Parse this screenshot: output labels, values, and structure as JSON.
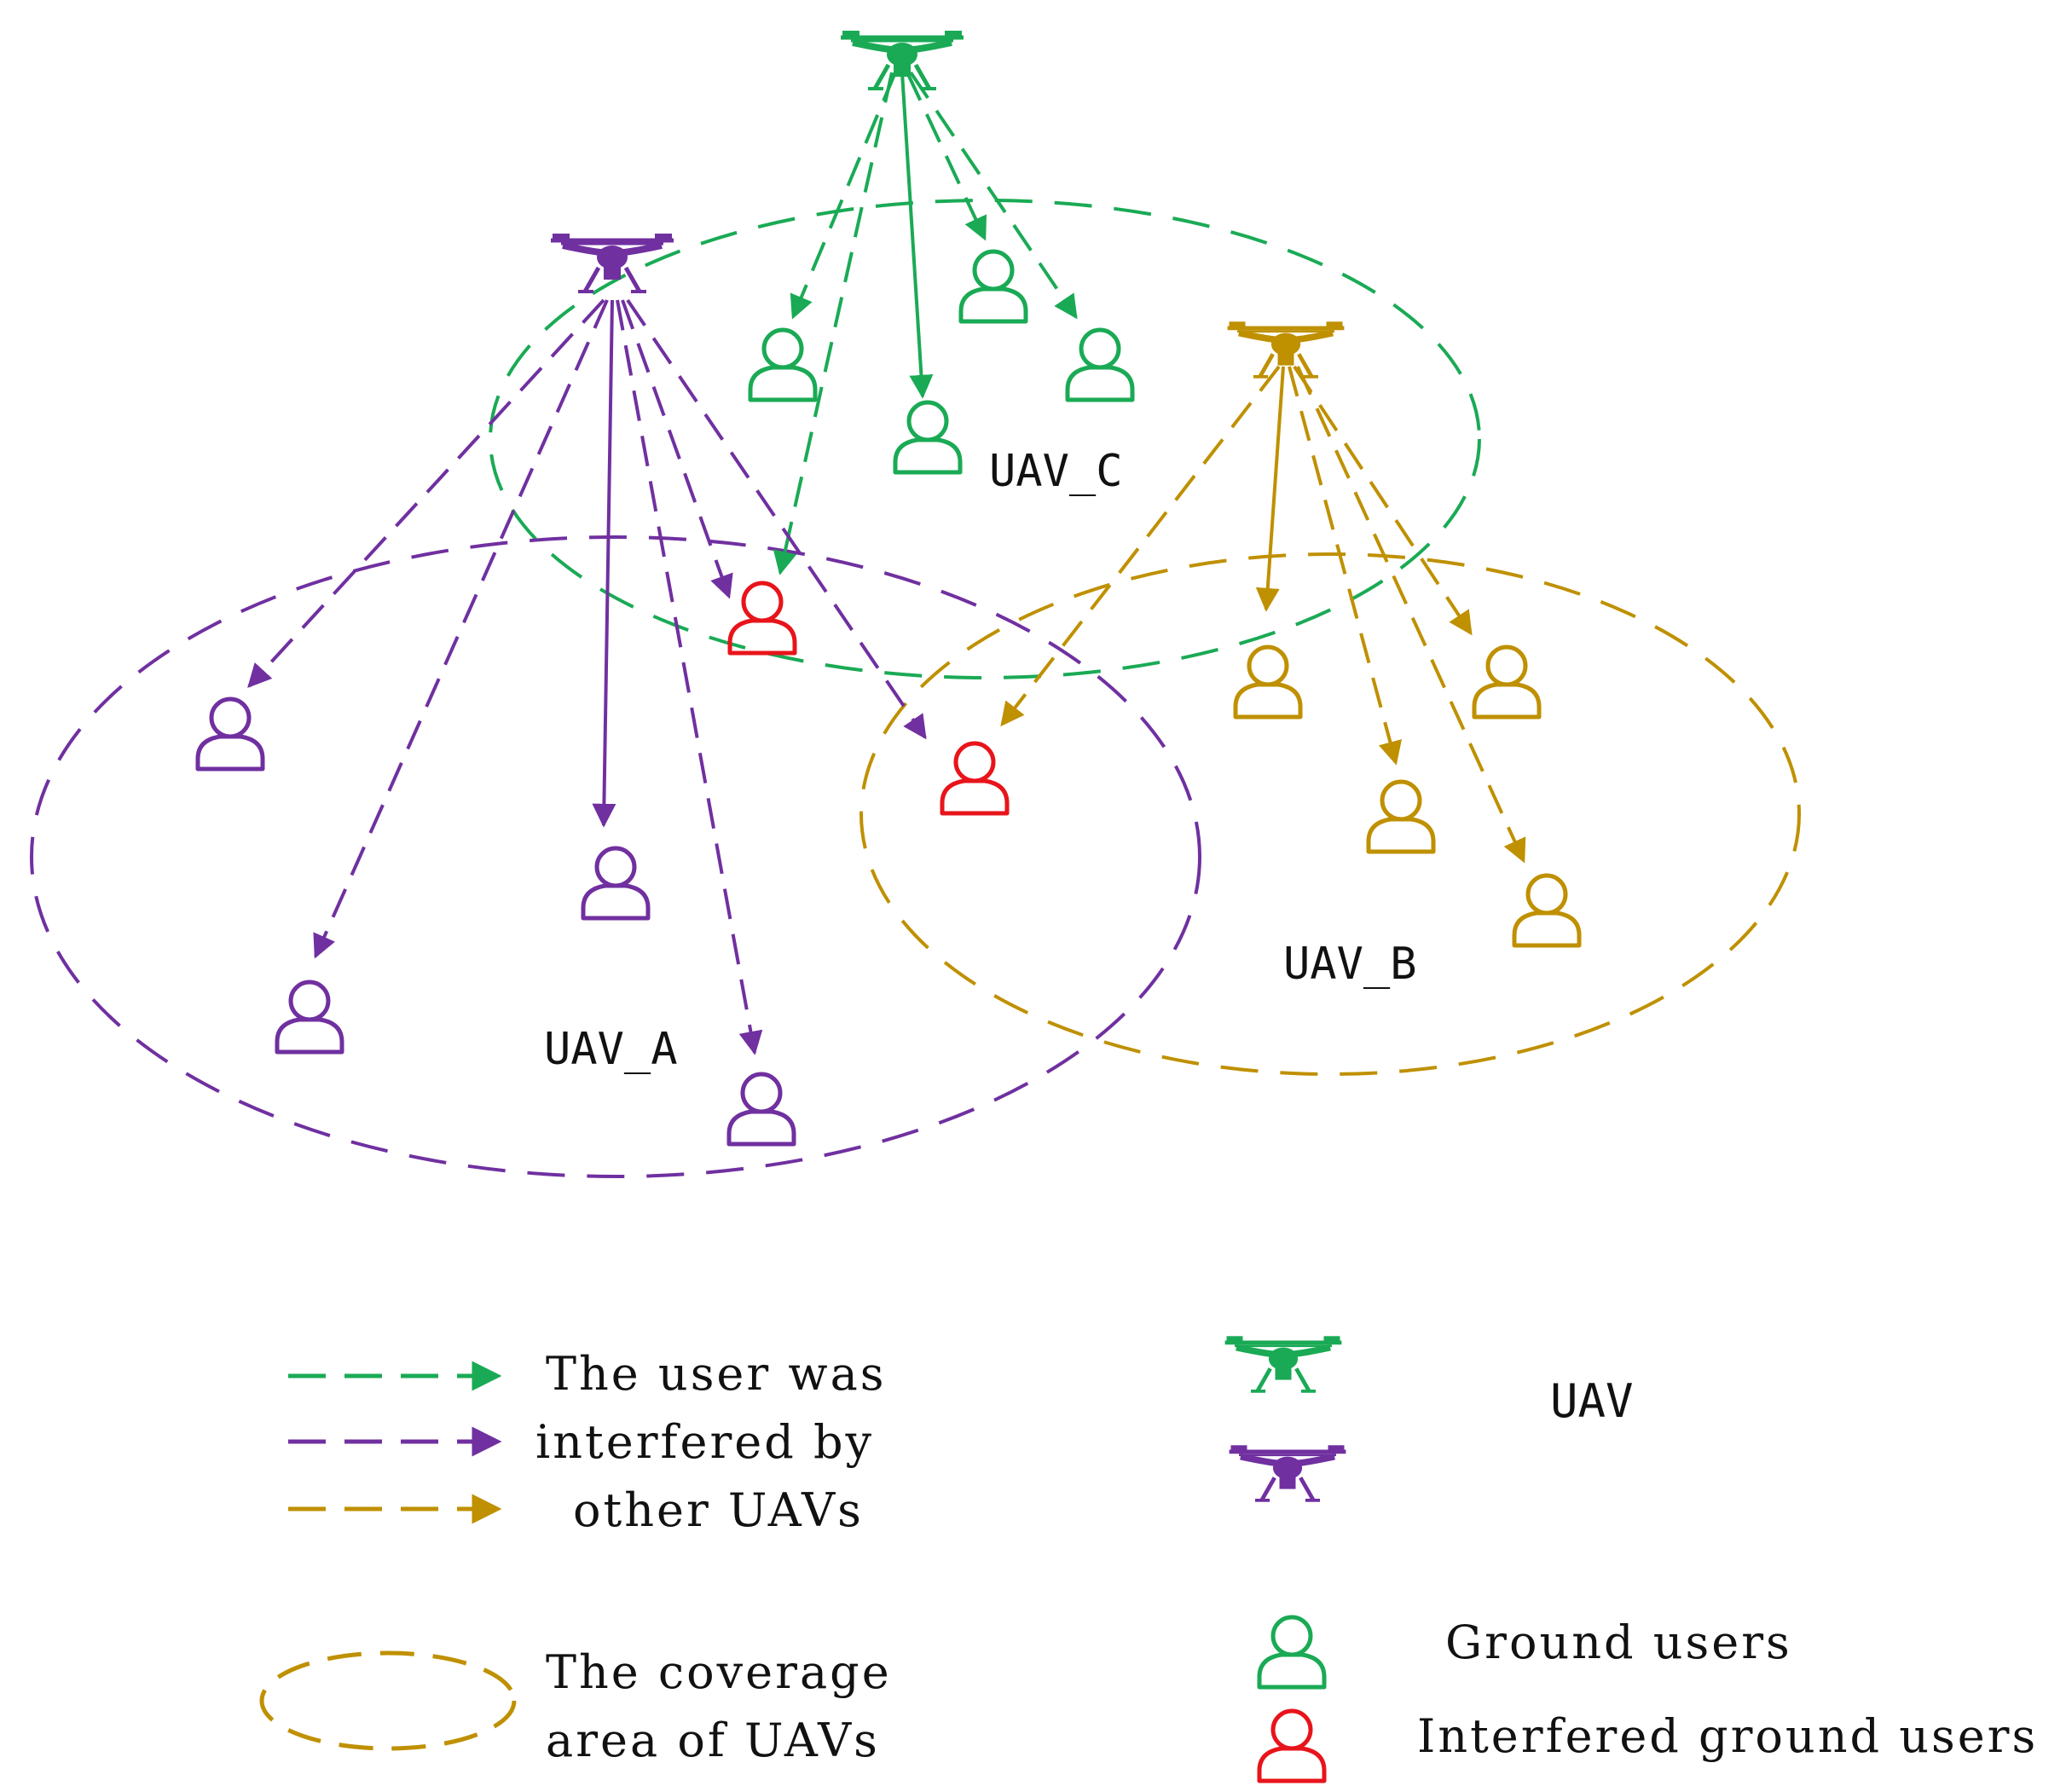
{
  "colors": {
    "green": "#1aaa55",
    "purple": "#7030a0",
    "gold": "#bf9000",
    "red": "#e8141b",
    "text": "#111111"
  },
  "uav_labels": {
    "a": "UAV_A",
    "b": "UAV_B",
    "c": "UAV_C"
  },
  "legend": {
    "interfered_line1": "The user was",
    "interfered_line2": "interfered by",
    "interfered_line3": "other UAVs",
    "coverage_line1": "The coverage",
    "coverage_line2": "area of UAVs",
    "uav": "UAV",
    "ground_users": "Ground users",
    "interfered_users": "Interfered ground users"
  }
}
